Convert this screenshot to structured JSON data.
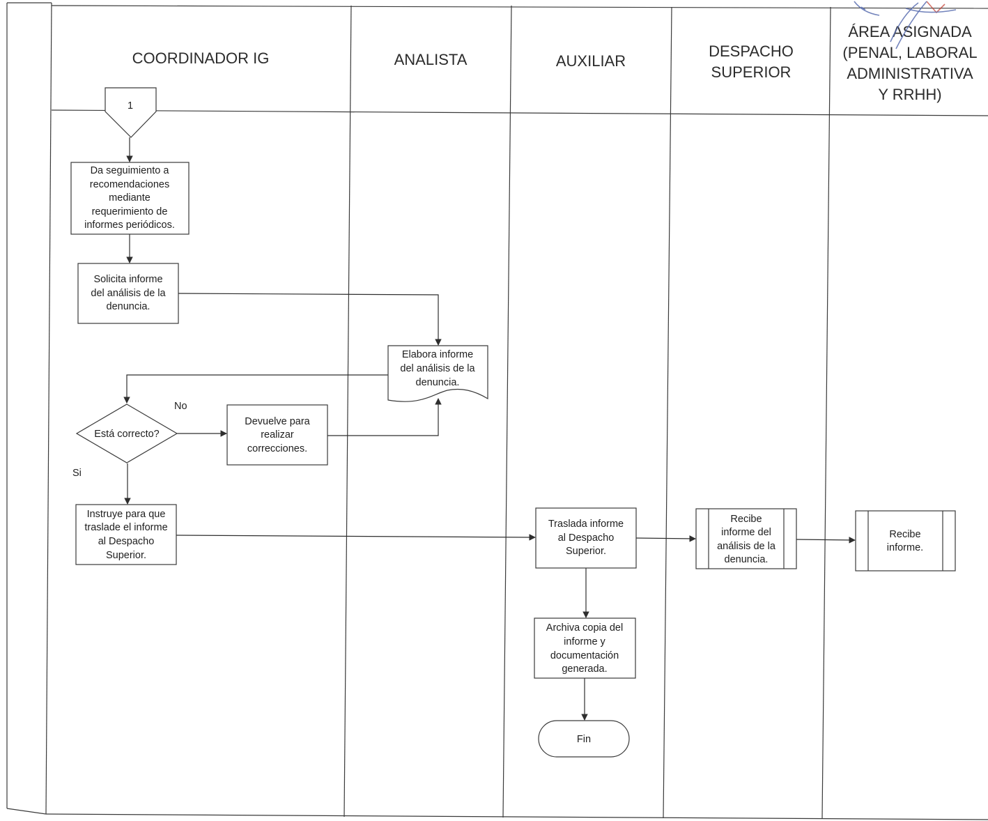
{
  "lanes": {
    "coordinador": "COORDINADOR IG",
    "analista": "ANALISTA",
    "auxiliar": "AUXILIAR",
    "despacho": [
      "DESPACHO",
      "SUPERIOR"
    ],
    "area": [
      "ÁREA ASIGNADA",
      "(PENAL, LABORAL",
      "ADMINISTRATIVA",
      "Y RRHH)"
    ]
  },
  "connector": "1",
  "steps": {
    "seguimiento": [
      "Da seguimiento a",
      "recomendaciones",
      "mediante",
      "requerimiento de",
      "informes periódicos."
    ],
    "solicita": [
      "Solicita informe",
      "del análisis de la",
      "denuncia."
    ],
    "elabora": [
      "Elabora informe",
      "del análisis de la",
      "denuncia."
    ],
    "decision": "Está correcto?",
    "devuelve": [
      "Devuelve para",
      "realizar",
      "correcciones."
    ],
    "instruye": [
      "Instruye para que",
      "traslade el informe",
      "al Despacho",
      "Superior."
    ],
    "traslada": [
      "Traslada informe",
      "al Despacho",
      "Superior."
    ],
    "recibe_despacho": [
      "Recibe",
      "informe del",
      "análisis de la",
      "denuncia."
    ],
    "recibe_area": [
      "Recibe",
      "informe."
    ],
    "archiva": [
      "Archiva copia del",
      "informe y",
      "documentación",
      "generada."
    ],
    "fin": "Fin"
  },
  "labels": {
    "no": "No",
    "si": "Si"
  },
  "colors": {
    "stamp_blue": "#5a6fb0",
    "stamp_red": "#c0392b"
  }
}
